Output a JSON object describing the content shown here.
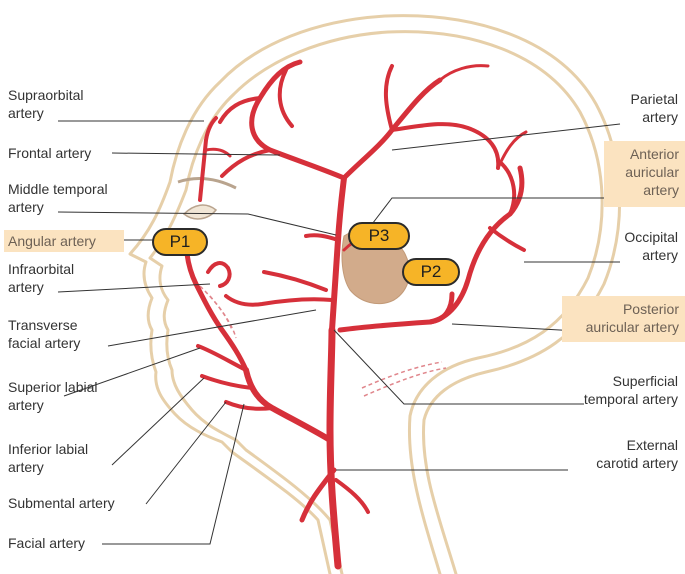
{
  "colors": {
    "artery": "#d6303a",
    "skin_outline": "#e6cfa9",
    "ear": "#d2ab8b",
    "highlight": "#fbe3c0",
    "marker_fill": "#f6b427",
    "leader": "#333333"
  },
  "labels": {
    "supraorbital": "Supraorbital\nartery",
    "frontal": "Frontal artery",
    "middle_temporal": "Middle temporal\nartery",
    "angular": "Angular artery",
    "infraorbital": "Infraorbital\nartery",
    "transverse_facial": "Transverse\nfacial artery",
    "superior_labial": "Superior labial\nartery",
    "inferior_labial": "Inferior labial\nartery",
    "submental": "Submental artery",
    "facial": "Facial artery",
    "parietal": "Parietal\nartery",
    "anterior_auricular": "Anterior\nauricular\nartery",
    "occipital": "Occipital\nartery",
    "posterior_auricular": "Posterior\nauricular artery",
    "superficial_temporal": "Superficial\ntemporal artery",
    "external_carotid": "External\ncarotid artery"
  },
  "markers": {
    "p1": "P1",
    "p2": "P2",
    "p3": "P3"
  }
}
